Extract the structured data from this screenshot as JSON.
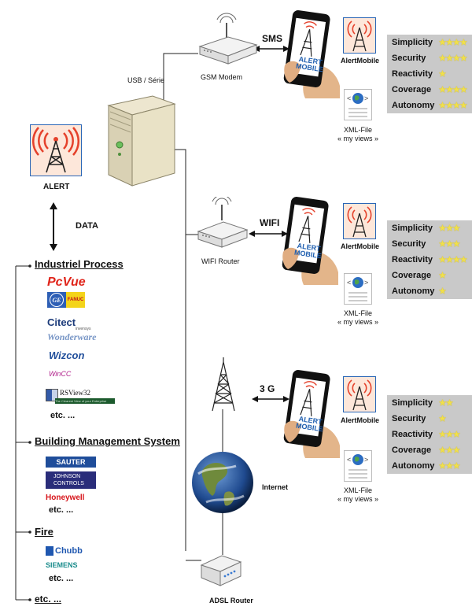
{
  "alert": {
    "label": "ALERT"
  },
  "link_labels": {
    "usb": "USB / Série",
    "data": "DATA",
    "sms": "SMS",
    "wifi": "WIFI",
    "g3": "3 G"
  },
  "devices": {
    "gsm": "GSM Modem",
    "wifi": "WIFI Router",
    "internet": "Internet",
    "adsl": "ADSL Router"
  },
  "phone_screen": "ALERT MOBILE",
  "app_label": "AlertMobile",
  "xml": {
    "line1": "XML-File",
    "line2": "« my views »"
  },
  "ratings": [
    {
      "channel": "SMS",
      "rows": [
        {
          "name": "Simplicity",
          "stars": 4
        },
        {
          "name": "Security",
          "stars": 4
        },
        {
          "name": "Reactivity",
          "stars": 1
        },
        {
          "name": "Coverage",
          "stars": 4
        },
        {
          "name": "Autonomy",
          "stars": 4
        }
      ]
    },
    {
      "channel": "WIFI",
      "rows": [
        {
          "name": "Simplicity",
          "stars": 3
        },
        {
          "name": "Security",
          "stars": 3
        },
        {
          "name": "Reactivity",
          "stars": 4
        },
        {
          "name": "Coverage",
          "stars": 1
        },
        {
          "name": "Autonomy",
          "stars": 1
        }
      ]
    },
    {
      "channel": "3G",
      "rows": [
        {
          "name": "Simplicity",
          "stars": 2
        },
        {
          "name": "Security",
          "stars": 1
        },
        {
          "name": "Reactivity",
          "stars": 3
        },
        {
          "name": "Coverage",
          "stars": 3
        },
        {
          "name": "Autonomy",
          "stars": 3
        }
      ]
    }
  ],
  "categories": {
    "industrial": "Industriel Process",
    "bms": "Building Management System",
    "fire": "Fire",
    "etc": "etc. ..."
  },
  "brands": {
    "pcvue": "PcVue",
    "fanuc": "FANUC",
    "citect": "Citect",
    "invensys": "invensys",
    "wonderware": "Wonderware",
    "wizcon": "Wizcon",
    "wincc": "WinCC",
    "rsview": "RSView32",
    "rsview_tag": "The Clearest View of your Enterprise",
    "sauter": "SAUTER",
    "johnson1": "JOHNSON",
    "johnson2": "CONTROLS",
    "honeywell": "Honeywell",
    "chubb": "Chubb",
    "siemens": "SIEMENS"
  },
  "etc_text": "etc. ..."
}
